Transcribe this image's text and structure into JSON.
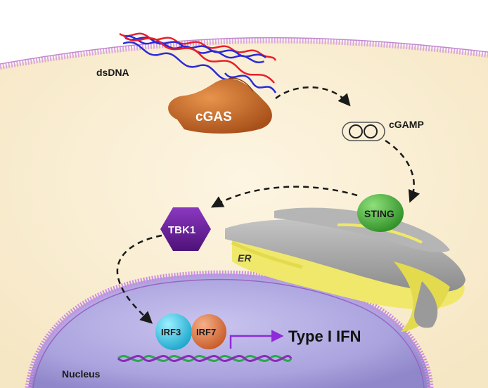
{
  "labels": {
    "dsdna": "dsDNA",
    "cgas": "cGAS",
    "cgamp": "cGAMP",
    "sting": "STING",
    "tbk1": "TBK1",
    "er": "ER",
    "irf3": "IRF3",
    "irf7": "IRF7",
    "output": "Type I IFN",
    "nucleus": "Nucleus"
  },
  "colors": {
    "cytoplasm": "#fbf0d6",
    "cell_membrane": "#d9a7dd",
    "nucleus": "#b9b3e6",
    "nuclear_membrane": "#c98ee0",
    "dna_red": "#e8202a",
    "dna_blue": "#2a2ad8",
    "cgas": "#c8651e",
    "sting": "#3fa832",
    "tbk1": "#6a1f9a",
    "er_surface": "#a9a9a9",
    "er_lumen": "#f2ef6e",
    "irf3": "#28c8e8",
    "irf7": "#e2703a",
    "nuclear_dna_green": "#2aa84a",
    "nuclear_dna_purple": "#8a2ab8",
    "output_arrow": "#8e2ad8"
  }
}
